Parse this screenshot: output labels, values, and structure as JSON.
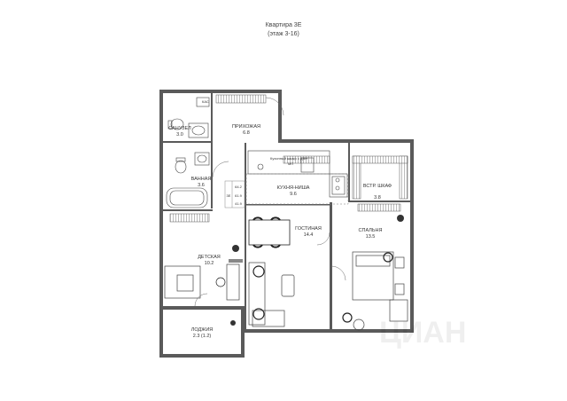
{
  "plan": {
    "title": "Квартира 3Е",
    "subtitle": "(этаж 3-16)"
  },
  "rooms": [
    {
      "name": "САНУЗЕЛ",
      "area": "3.0"
    },
    {
      "name": "ПРИХОЖАЯ",
      "area": "6.8"
    },
    {
      "name": "ВАННАЯ",
      "area": "3.6"
    },
    {
      "name": "КУХНЯ-НИША",
      "area": "9.6"
    },
    {
      "name": "ВСТР. ШКАФ",
      "area": "3.8"
    },
    {
      "name": "ГОСТИНАЯ",
      "area": "14.4"
    },
    {
      "name": "СПАЛЬНЯ",
      "area": "13.5"
    },
    {
      "name": "ДЕТСКАЯ",
      "area": "10.2"
    },
    {
      "name": "ЛОДЖИЯ",
      "area": "2.3 (1.2)"
    }
  ],
  "summary": {
    "code": "3Е",
    "total": "64.2",
    "living_a": "61.9",
    "living_b": "41.9"
  },
  "labels": {
    "kitchen_cabinet": "Кухонный шкаф с ДВН",
    "kitchen_hob": "МП",
    "toilet_tag": "КАС"
  },
  "watermark": "ЦИАН"
}
